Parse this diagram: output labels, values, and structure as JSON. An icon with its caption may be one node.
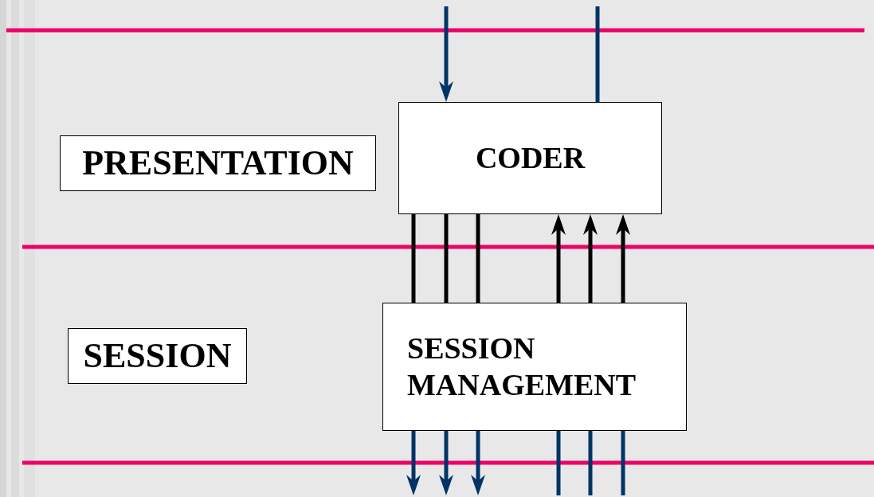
{
  "diagram": {
    "nodes": [
      {
        "text": [
          "PRESENTATION"
        ]
      },
      {
        "text": [
          "CODER"
        ]
      },
      {
        "text": [
          "SESSION"
        ]
      },
      {
        "text": [
          "SESSION MANAGEMENT"
        ]
      }
    ],
    "edges": [
      {
        "from": null,
        "to": 1,
        "arrow": "to"
      },
      {
        "from": 1,
        "to": null,
        "arrow": "none"
      },
      {
        "from": 1,
        "to": 3,
        "arrow": "none",
        "color": "#000000"
      },
      {
        "from": 1,
        "to": 3,
        "arrow": "none",
        "color": "#000000"
      },
      {
        "from": 1,
        "to": 3,
        "arrow": "none",
        "color": "#000000"
      },
      {
        "from": 3,
        "to": 1,
        "arrow": "to",
        "color": "#000000"
      },
      {
        "from": 3,
        "to": 1,
        "arrow": "to",
        "color": "#000000"
      },
      {
        "from": 3,
        "to": 1,
        "arrow": "to",
        "color": "#000000"
      },
      {
        "from": 3,
        "to": null,
        "arrow": "to"
      },
      {
        "from": 3,
        "to": null,
        "arrow": "to"
      },
      {
        "from": 3,
        "to": null,
        "arrow": "to"
      },
      {
        "from": 3,
        "to": null,
        "arrow": "none"
      },
      {
        "from": 3,
        "to": null,
        "arrow": "none"
      },
      {
        "from": 3,
        "to": null,
        "arrow": "none"
      }
    ]
  }
}
